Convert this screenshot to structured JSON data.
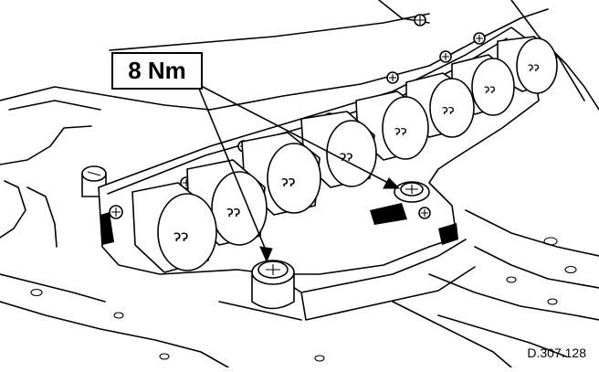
{
  "callout": {
    "torque_label": "8 Nm"
  },
  "figure": {
    "reference": "D.307.128"
  },
  "illustration": {
    "subject": "solenoid-valve-block",
    "solenoid_marking": "ʼɁɁ"
  }
}
